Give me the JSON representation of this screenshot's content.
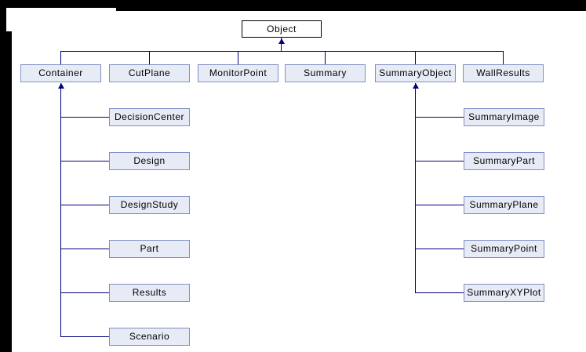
{
  "diagram": {
    "type": "class-inheritance-diagram",
    "colors": {
      "background": "#ffffff",
      "screen_edge": "#000000",
      "node_fill": "#e7ebf6",
      "node_border": "#8090c4",
      "root_fill": "#ffffff",
      "root_border": "#000000",
      "edge_line": "#000080",
      "text": "#000000"
    },
    "root": {
      "label": "Object"
    },
    "level1": [
      {
        "label": "Container"
      },
      {
        "label": "CutPlane"
      },
      {
        "label": "MonitorPoint"
      },
      {
        "label": "Summary"
      },
      {
        "label": "SummaryObject"
      },
      {
        "label": "WallResults"
      }
    ],
    "container_children": [
      {
        "label": "DecisionCenter"
      },
      {
        "label": "Design"
      },
      {
        "label": "DesignStudy"
      },
      {
        "label": "Part"
      },
      {
        "label": "Results"
      },
      {
        "label": "Scenario"
      }
    ],
    "summary_object_children": [
      {
        "label": "SummaryImage"
      },
      {
        "label": "SummaryPart"
      },
      {
        "label": "SummaryPlane"
      },
      {
        "label": "SummaryPoint"
      },
      {
        "label": "SummaryXYPlot"
      }
    ]
  }
}
